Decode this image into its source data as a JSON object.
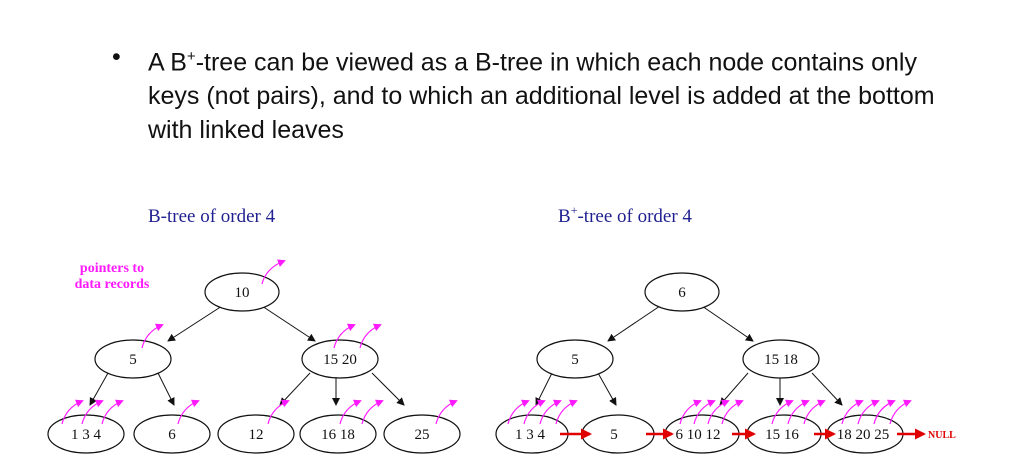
{
  "bullet": {
    "symbol": "•",
    "text_part1": "A B",
    "text_sup": "+",
    "text_part2": "-tree can be viewed as a B-tree in which each node contains only keys (not pairs), and to which an additional level is added at the bottom with linked leaves"
  },
  "btree": {
    "caption": "B-tree of order 4",
    "pointer_label_line1": "pointers to",
    "pointer_label_line2": "data records",
    "root": "10",
    "left_internal": "5",
    "right_internal": "15 20",
    "leaves": [
      "1 3 4",
      "6",
      "12",
      "16 18",
      "25"
    ]
  },
  "bplustree": {
    "caption_prefix": "B",
    "caption_sup": "+",
    "caption_suffix": "-tree of order 4",
    "root": "6",
    "left_internal": "5",
    "right_internal": "15 18",
    "leaves": [
      "1 3 4",
      "5",
      "6 10 12",
      "15 16",
      "18 20 25"
    ],
    "null_label": "NULL"
  },
  "colors": {
    "pointer_arrow": "#ff19ff",
    "leaf_link": "#e00000",
    "caption": "#1f1f8f",
    "edge": "#111111"
  }
}
